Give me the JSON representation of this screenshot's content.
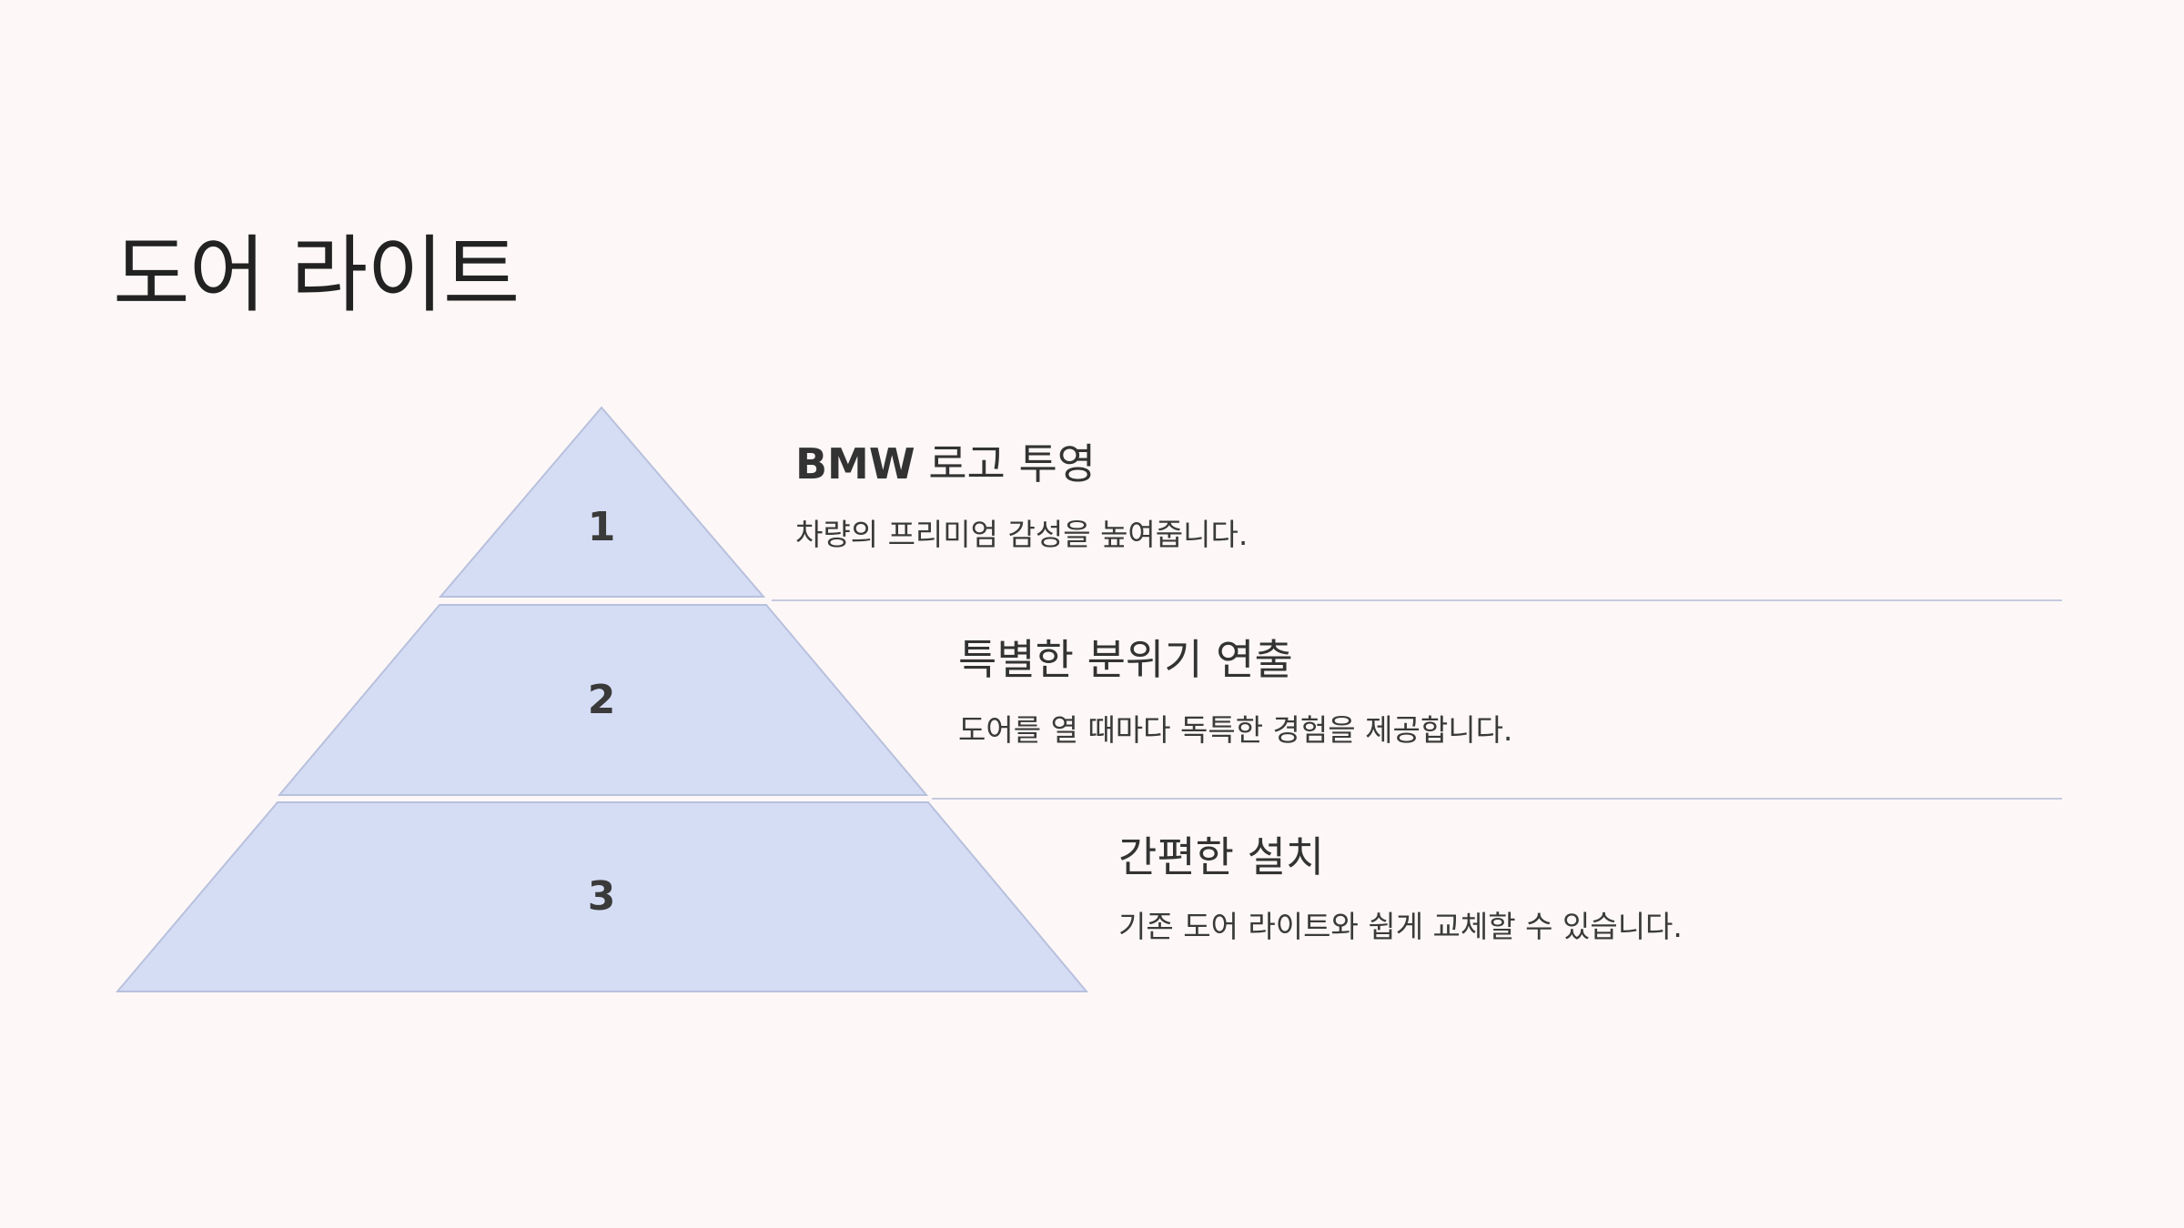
{
  "title": "도어 라이트",
  "colors": {
    "background": "#fdf8f7",
    "tier_fill": "#d5ddf5",
    "tier_stroke": "#b8c0dc",
    "divider": "#c5cae0"
  },
  "tiers": [
    {
      "number": "1",
      "heading_bold": "BMW",
      "heading_rest": " 로고 투영",
      "description": "차량의 프리미엄 감성을 높여줍니다."
    },
    {
      "number": "2",
      "heading_bold": "",
      "heading_rest": "특별한 분위기 연출",
      "description": "도어를 열 때마다 독특한 경험을 제공합니다."
    },
    {
      "number": "3",
      "heading_bold": "",
      "heading_rest": "간편한 설치",
      "description": "기존 도어 라이트와 쉽게 교체할 수 있습니다."
    }
  ]
}
